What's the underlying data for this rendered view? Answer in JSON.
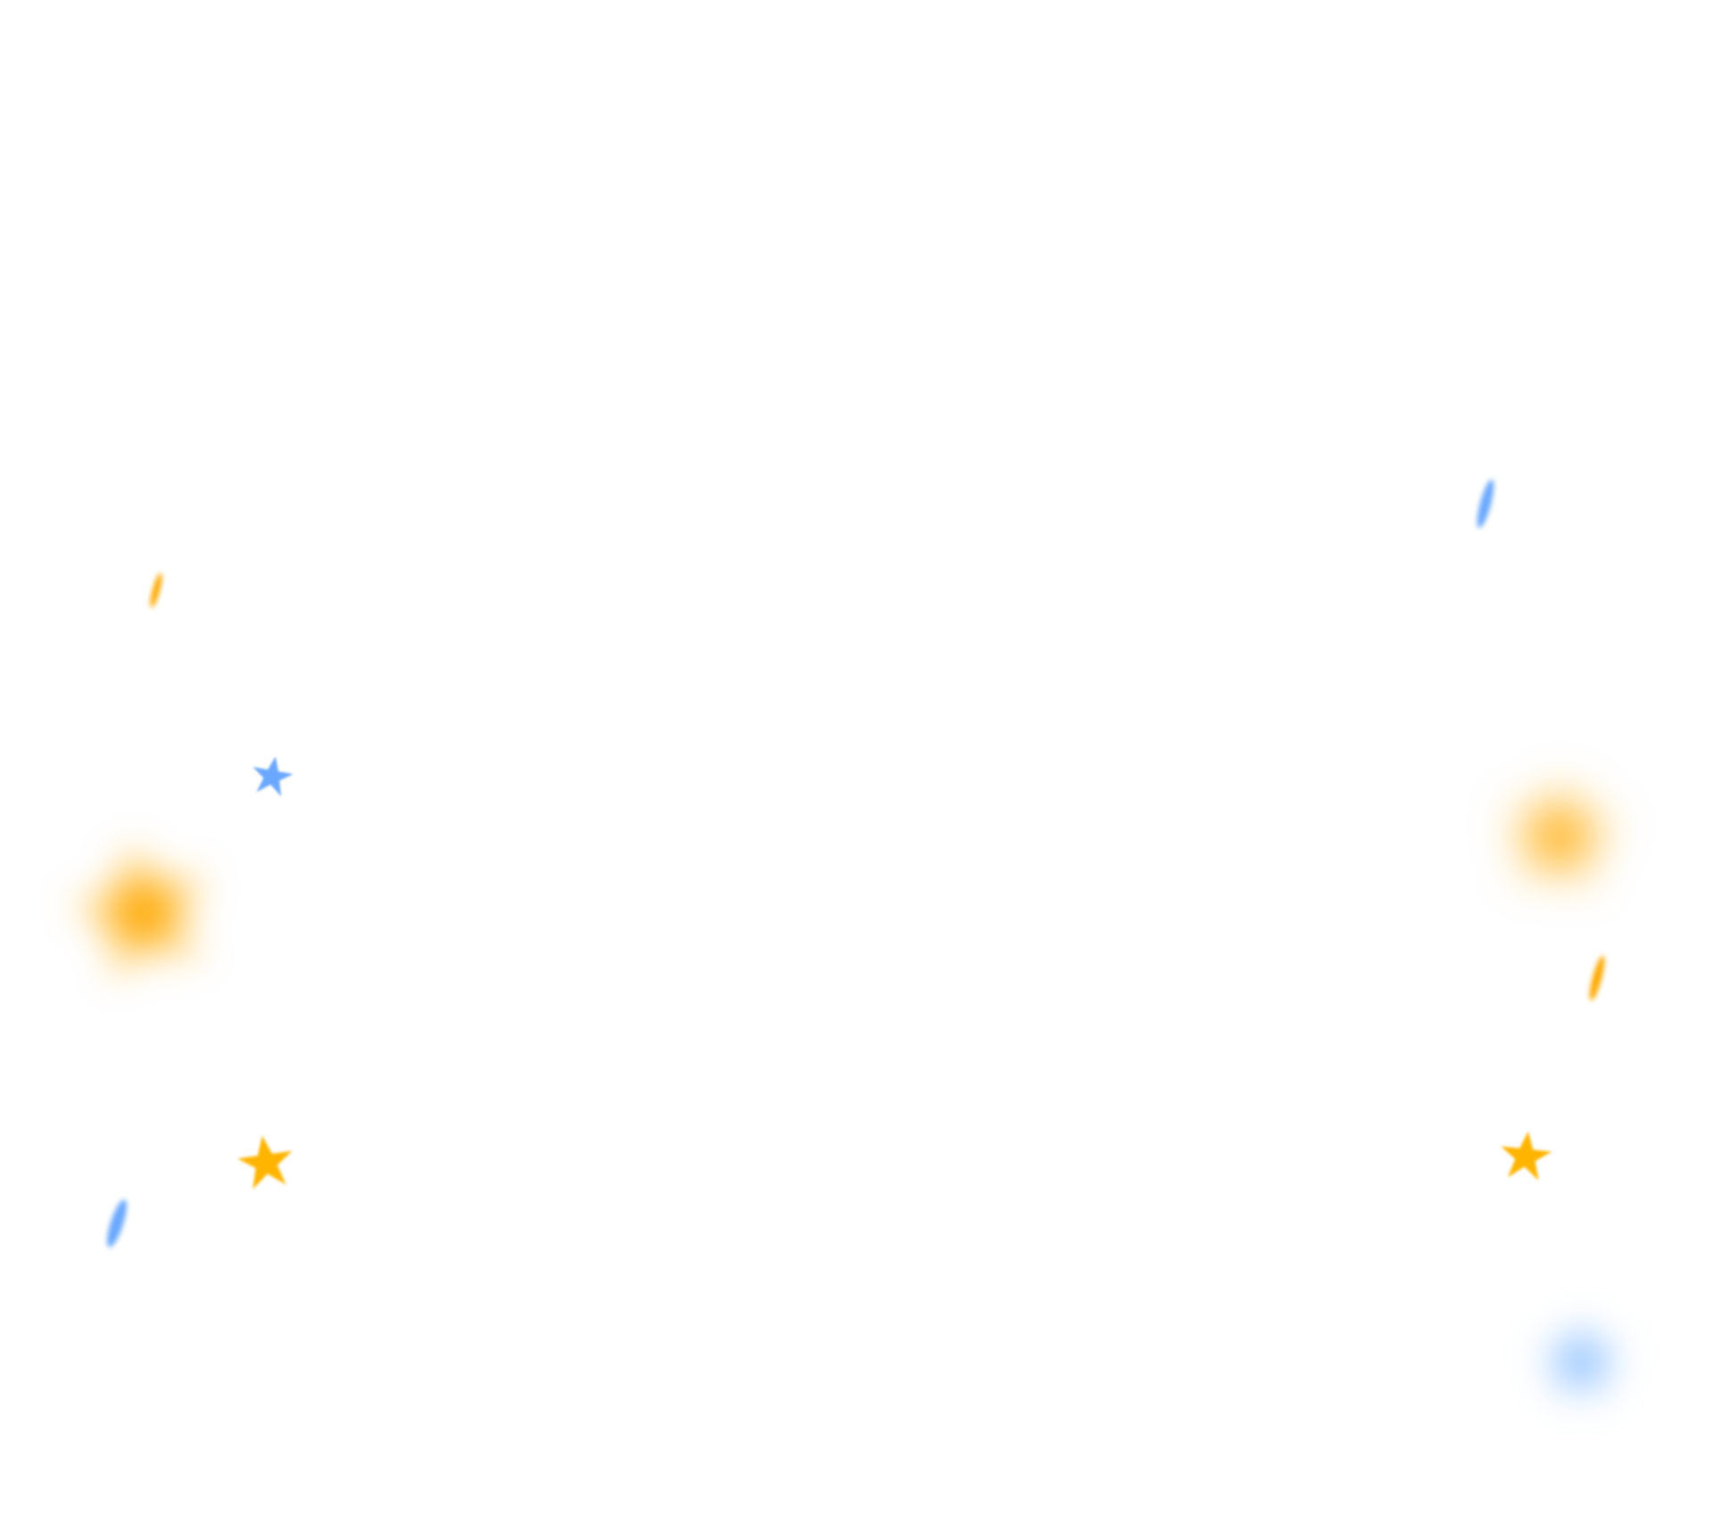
{
  "background": "#ffffff",
  "colors": {
    "orange": "#FFA800",
    "amber": "#FFB400",
    "blue": "#6AA8FF",
    "light_blue": "#8CC0FF"
  },
  "decorations": [
    {
      "name": "sparkle-icon-orange-small",
      "shape": "sliver",
      "color": "orange"
    },
    {
      "name": "sparkle-icon-blue-top-right",
      "shape": "sliver",
      "color": "blue"
    },
    {
      "name": "star-icon-blue-left",
      "shape": "star",
      "color": "blue"
    },
    {
      "name": "star-icon-orange-large-left",
      "shape": "star",
      "color": "orange"
    },
    {
      "name": "star-icon-orange-large-right",
      "shape": "star",
      "color": "orange"
    },
    {
      "name": "sparkle-icon-orange-right",
      "shape": "sliver",
      "color": "orange"
    },
    {
      "name": "star-icon-orange-left",
      "shape": "star",
      "color": "amber"
    },
    {
      "name": "star-icon-orange-right",
      "shape": "star",
      "color": "amber"
    },
    {
      "name": "sparkle-icon-blue-left",
      "shape": "sliver",
      "color": "blue"
    },
    {
      "name": "star-icon-blue-bottom-right",
      "shape": "star",
      "color": "light_blue"
    }
  ]
}
